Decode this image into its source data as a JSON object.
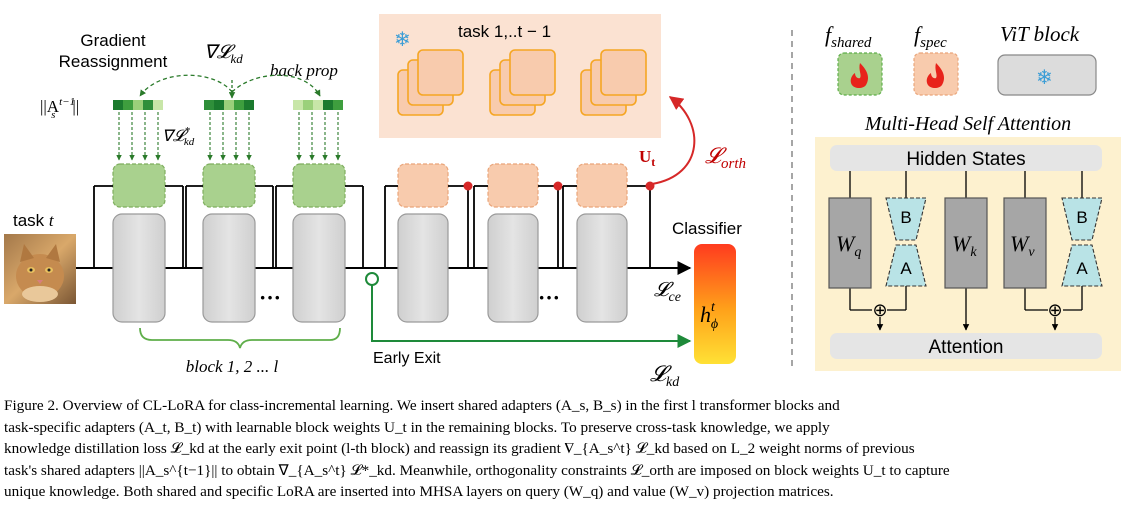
{
  "figure": {
    "gradient_reassignment": "Gradient Reassignment",
    "grad_kd": "∇𝓛",
    "grad_kd_sub": "kd",
    "grad_kd_star": "∇𝓛",
    "grad_kd_star_sup": "*",
    "grad_kd_star_sub": "kd",
    "back_prop": "back prop",
    "norm_label_prefix": "||A",
    "norm_label_sup": "t−1",
    "norm_label_sub": "s",
    "norm_label_suffix": "||",
    "task_t_prefix": "task ",
    "task_t_var": "t",
    "prev_tasks": "task 1,..t − 1",
    "ut_label": "U",
    "ut_sub": "t",
    "l_orth": "𝓛",
    "l_orth_sub": "orth",
    "classifier": "Classifier",
    "l_ce": "𝓛",
    "l_ce_sub": "ce",
    "classifier_head": "h",
    "classifier_head_sup": "t",
    "classifier_head_sub": "ϕ",
    "l_kd": "𝓛",
    "l_kd_sub": "kd",
    "early_exit": "Early Exit",
    "block_label": "block 1, 2 ... l",
    "ellipsis": "···"
  },
  "legend": {
    "f_shared": "f",
    "f_shared_sub": "shared",
    "f_spec": "f",
    "f_spec_sub": "spec",
    "vit_block": "ViT block"
  },
  "mhsa": {
    "title": "Multi-Head Self Attention",
    "hidden_states": "Hidden States",
    "attention": "Attention",
    "wq": "W",
    "wq_sub": "q",
    "wk": "W",
    "wk_sub": "k",
    "wv": "W",
    "wv_sub": "v",
    "b": "B",
    "a": "A",
    "plus": "⊕"
  },
  "caption": {
    "lines": [
      "Figure 2. Overview of CL-LoRA for class-incremental learning. We insert shared adapters (A_s, B_s) in the first l transformer blocks and",
      "task-specific adapters (A_t, B_t) with learnable block weights U_t in the remaining blocks. To preserve cross-task knowledge, we apply",
      "knowledge distillation loss 𝓛_kd at the early exit point (l-th block) and reassign its gradient ∇_{A_s^t} 𝓛_kd based on L_2 weight norms of previous",
      "task's shared adapters ||A_s^{t−1}|| to obtain ∇_{A_s^t} 𝓛*_kd. Meanwhile, orthogonality constraints 𝓛_orth are imposed on block weights U_t to capture",
      "unique knowledge. Both shared and specific LoRA are inserted into MHSA layers on query (W_q) and value (W_v) projection matrices."
    ]
  },
  "colors": {
    "shared_green": "#a9d18e",
    "spec_orange": "#f8cbad",
    "block_gray": "#d0cece",
    "dark_green": "#1e8a3a",
    "red": "#d62828",
    "snow_blue": "#3b9dd6",
    "mhsa_bg": "#fdf1cf"
  }
}
